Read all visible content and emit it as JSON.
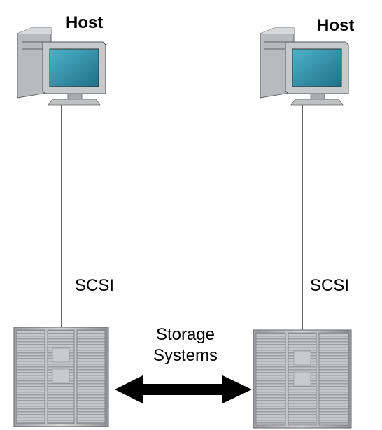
{
  "hosts": [
    {
      "label": "Host",
      "icon": "desktop-computer-icon"
    },
    {
      "label": "Host",
      "icon": "desktop-computer-icon"
    }
  ],
  "connections": [
    {
      "label": "SCSI"
    },
    {
      "label": "SCSI"
    }
  ],
  "storage": {
    "label_line1": "Storage",
    "label_line2": "Systems",
    "icon": "storage-cabinet-icon"
  },
  "link": {
    "icon": "double-headed-arrow-icon"
  },
  "colors": {
    "screen": "#2f8fa6",
    "monitor_frame": "#c7c9cb",
    "cabinet": "#b9bbbd",
    "line": "#000000"
  }
}
